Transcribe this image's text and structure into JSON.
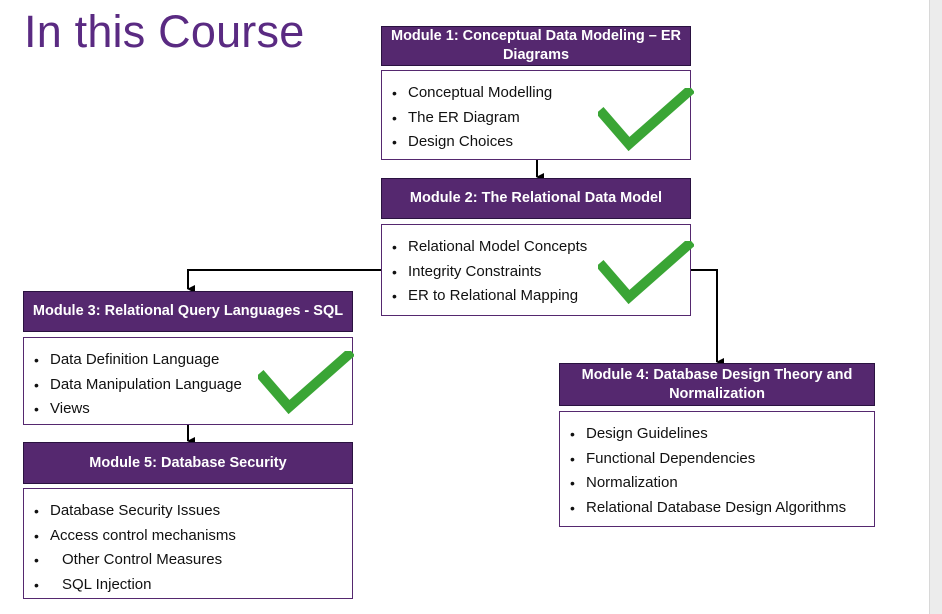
{
  "title": "In this Course",
  "modules": {
    "m1": {
      "header": "Module 1: Conceptual Data Modeling – ER Diagrams",
      "items": [
        "Conceptual Modelling",
        "The ER Diagram",
        "Design Choices"
      ],
      "completed": true
    },
    "m2": {
      "header": "Module 2: The Relational Data Model",
      "items": [
        "Relational Model Concepts",
        "Integrity Constraints",
        "ER to Relational Mapping"
      ],
      "completed": true
    },
    "m3": {
      "header": "Module 3: Relational Query Languages - SQL",
      "items": [
        "Data Definition Language",
        "Data Manipulation Language",
        "Views"
      ],
      "completed": true
    },
    "m4": {
      "header": "Module 4: Database Design Theory and Normalization",
      "items": [
        "Design Guidelines",
        "Functional Dependencies",
        "Normalization",
        "Relational Database Design Algorithms"
      ],
      "completed": false
    },
    "m5": {
      "header": "Module 5: Database Security",
      "items": [
        "Database Security Issues",
        "Access control mechanisms",
        "Other Control Measures",
        "SQL Injection"
      ],
      "completed": false
    }
  },
  "colors": {
    "header_bg": "#55286f",
    "title": "#5a2a82",
    "check": "#3aa535"
  }
}
